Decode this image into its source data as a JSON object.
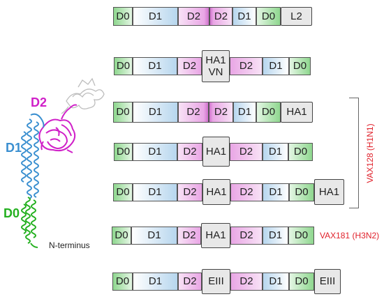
{
  "domain_labels": {
    "d2": {
      "text": "D2",
      "color": "#d020c8"
    },
    "d1": {
      "text": "D1",
      "color": "#3a8fd0"
    },
    "d0": {
      "text": "D0",
      "color": "#24b020"
    }
  },
  "n_terminus_label": "N-terminus",
  "group_label_h1n1": "VAX128 (H1N1)",
  "label_h3n2": "VAX181 (H3N2)",
  "constructs": [
    {
      "segments": [
        "D0",
        "D1",
        "D2",
        "D2",
        "D1",
        "D0",
        "L2"
      ]
    },
    {
      "segments": [
        "D0",
        "D1",
        "D2",
        "HA1\nVN",
        "D2",
        "D1",
        "D0"
      ]
    },
    {
      "segments": [
        "D0",
        "D1",
        "D2",
        "D2",
        "D1",
        "D0",
        "HA1"
      ]
    },
    {
      "segments": [
        "D0",
        "D1",
        "D2",
        "HA1",
        "D2",
        "D1",
        "D0"
      ]
    },
    {
      "segments": [
        "D0",
        "D1",
        "D2",
        "HA1",
        "D2",
        "D1",
        "D0",
        "HA1"
      ]
    },
    {
      "segments": [
        "D0",
        "D1",
        "D2",
        "HA1",
        "D2",
        "D1",
        "D0"
      ]
    },
    {
      "segments": [
        "D0",
        "D1",
        "D2",
        "EIII",
        "D2",
        "D1",
        "D0",
        "EIII"
      ]
    }
  ],
  "colors": {
    "d0": "#a6dea6",
    "d1": "#b7d6ee",
    "d2": "#e9a6e5",
    "insert": "#e8e8e8",
    "red_label": "#e0202a"
  }
}
